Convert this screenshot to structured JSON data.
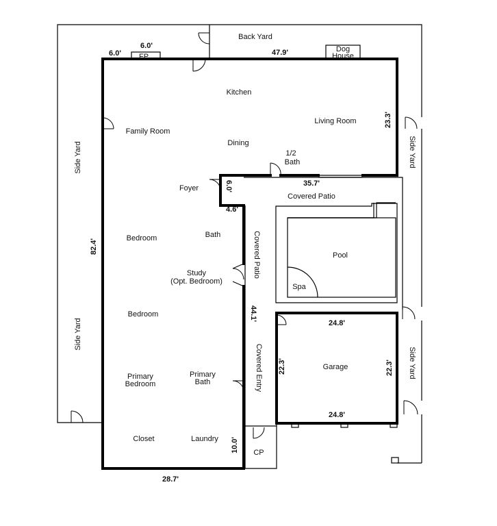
{
  "rooms": {
    "back_yard": "Back Yard",
    "dog_house_line1": "Dog",
    "dog_house_line2": "House",
    "fireplace": "FP",
    "kitchen": "Kitchen",
    "family_room": "Family Room",
    "living_room": "Living Room",
    "dining": "Dining",
    "half_bath_line1": "1/2",
    "half_bath_line2": "Bath",
    "foyer": "Foyer",
    "covered_patio_top": "Covered Patio",
    "covered_patio_side": "Covered Patio",
    "bedroom_1": "Bedroom",
    "bath": "Bath",
    "study_line1": "Study",
    "study_line2": "(Opt. Bedroom)",
    "bedroom_2": "Bedroom",
    "primary_bedroom_line1": "Primary",
    "primary_bedroom_line2": "Bedroom",
    "primary_bath_line1": "Primary",
    "primary_bath_line2": "Bath",
    "closet": "Closet",
    "laundry": "Laundry",
    "covered_entry": "Covered Entry",
    "cp": "CP",
    "pool": "Pool",
    "spa": "Spa",
    "garage": "Garage",
    "side_yard_left_top": "Side Yard",
    "side_yard_left_bottom": "Side Yard",
    "side_yard_right_top": "Side Yard",
    "side_yard_right_bottom": "Side Yard"
  },
  "dimensions": {
    "fp_left": "6.0'",
    "fp_width": "6.0'",
    "top_width": "47.9'",
    "right_depth": "23.3'",
    "left_depth": "82.4'",
    "patio_width": "35.7'",
    "foyer_depth": "6.0'",
    "foyer_width": "4.6'",
    "wing_depth": "44.1'",
    "garage_top": "24.8'",
    "garage_bottom": "24.8'",
    "garage_left": "22.3'",
    "garage_right": "22.3'",
    "laundry_depth": "10.0'",
    "bottom_width": "28.7'"
  }
}
